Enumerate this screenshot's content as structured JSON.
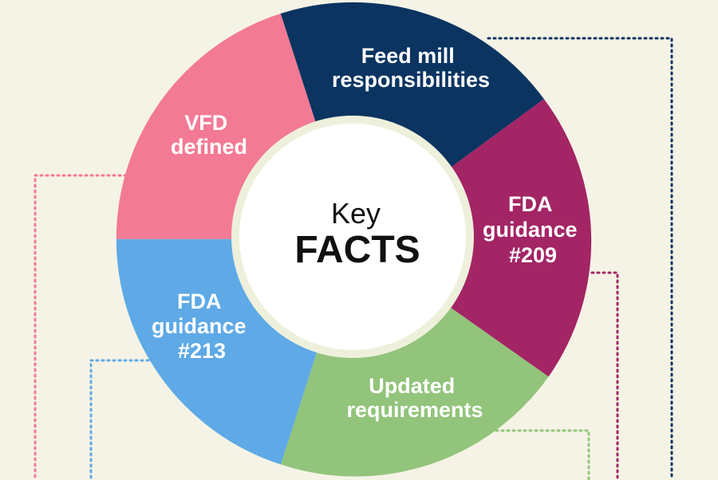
{
  "center": {
    "line1": "Key",
    "line2": "FACTS"
  },
  "segments": [
    {
      "id": "feed-mill",
      "lines": [
        "Feed mill",
        "responsibilities"
      ],
      "color": "#0b3461"
    },
    {
      "id": "fda-209",
      "lines": [
        "FDA",
        "guidance",
        "#209"
      ],
      "color": "#a32565"
    },
    {
      "id": "updated",
      "lines": [
        "Updated",
        "requirements"
      ],
      "color": "#92c47b"
    },
    {
      "id": "fda-213",
      "lines": [
        "FDA",
        "guidance",
        "#213"
      ],
      "color": "#5ea9e6"
    },
    {
      "id": "vfd",
      "lines": [
        "VFD",
        "defined"
      ],
      "color": "#f37a94"
    }
  ],
  "colors": {
    "background": "#f5f3e6",
    "center_fill": "#ffffff",
    "center_ring": "#eef0dc"
  }
}
